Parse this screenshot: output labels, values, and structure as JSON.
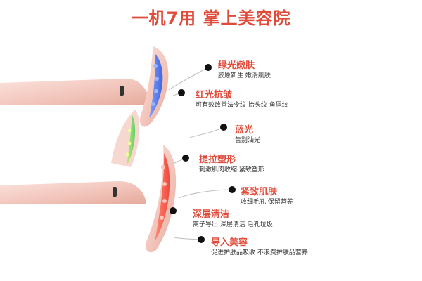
{
  "headline": "一机7用 掌上美容院",
  "colors": {
    "accent": "#e14b3b",
    "blue_light": "#4f78e8",
    "green_light": "#74d86a",
    "red_light": "#f0574a",
    "device_pink": "#f4ccc4",
    "dot": "#111111",
    "connector": "#bdbdbd"
  },
  "features": [
    {
      "title": "绿光嫩肤",
      "desc": "胶原新生 嫩滑肌肤"
    },
    {
      "title": "红光抗皱",
      "desc": "可有效改善法令纹 抬头纹 鱼尾纹"
    },
    {
      "title": "蓝光",
      "desc": "告别油光"
    },
    {
      "title": "提拉塑形",
      "desc": "刺激肌肉收缩 紧致塑形"
    },
    {
      "title": "紧致肌肤",
      "desc": "收细毛孔  保留营养"
    },
    {
      "title": "深层清洁",
      "desc": "离子导出 深层清洁 毛孔垃圾"
    },
    {
      "title": "导入美容",
      "desc": "促进护肤品吸收 不浪费护肤品营养"
    }
  ]
}
